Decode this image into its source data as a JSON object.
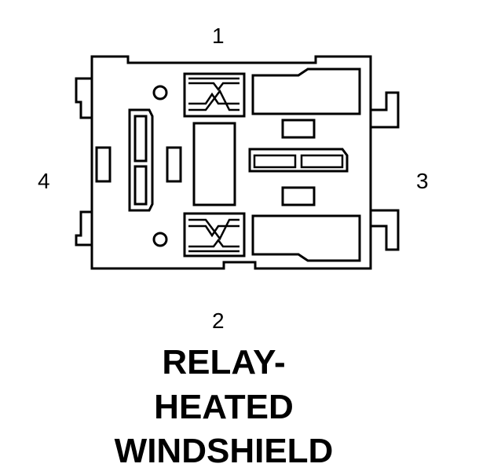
{
  "pins": {
    "pin1": "1",
    "pin2": "2",
    "pin3": "3",
    "pin4": "4"
  },
  "title": {
    "line1": "RELAY-",
    "line2": "HEATED",
    "line3": "WINDSHIELD"
  },
  "colors": {
    "stroke": "#000000",
    "background": "#ffffff"
  }
}
